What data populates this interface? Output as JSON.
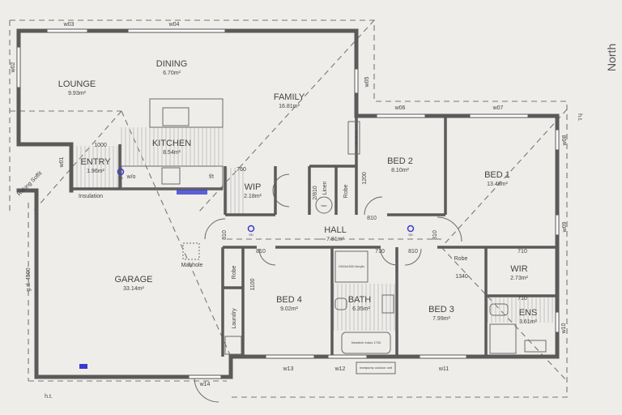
{
  "title": "North",
  "rooms": [
    {
      "name": "LOUNGE",
      "area": "9.93m²"
    },
    {
      "name": "DINING",
      "area": "6.70m²"
    },
    {
      "name": "FAMILY",
      "area": "16.81m²"
    },
    {
      "name": "KITCHEN",
      "area": "8.54m²"
    },
    {
      "name": "ENTRY",
      "area": "1.96m²"
    },
    {
      "name": "WIP",
      "area": "2.18m²"
    },
    {
      "name": "BED 2",
      "area": "8.10m²"
    },
    {
      "name": "BED 1",
      "area": "13.46m²"
    },
    {
      "name": "HALL",
      "area": "7.81m²"
    },
    {
      "name": "GARAGE",
      "area": "33.14m²"
    },
    {
      "name": "BED 4",
      "area": "9.02m²"
    },
    {
      "name": "BATH",
      "area": "6.35m²"
    },
    {
      "name": "BED 3",
      "area": "7.99m²"
    },
    {
      "name": "WIR",
      "area": "2.73m²"
    },
    {
      "name": "ENS",
      "area": "3.61m²"
    }
  ],
  "windows": [
    "w01",
    "w02",
    "w03",
    "w04",
    "w05",
    "w06",
    "w07",
    "w08",
    "w09",
    "w10",
    "w11",
    "w12",
    "w13",
    "w14"
  ],
  "labels": {
    "raking_soffit": "Raking Soffit",
    "insulation": "Insulation",
    "wo": "w/o",
    "ft": "f/t",
    "linen": "Linen",
    "hwc": "hwc",
    "robe": "Robe",
    "laundry": "Laundry",
    "manhole": "Manhole",
    "garage_door": "g.d. 4500",
    "ht": "h.t.",
    "heatpump": "heatpump",
    "heatpump_outdoor": "heatpump outdoor unit",
    "bath_tub": "Newtech Indus 1700",
    "shower": "1000x1000 Acrylic",
    "smoke_detector": "SD"
  },
  "dimensions": {
    "entry_door": "1000",
    "wip_door": "760",
    "linen_door": "2/810",
    "bed2_robe": "1200",
    "bed2_door": "810",
    "hall_left": "810",
    "hall_right": "810",
    "bed4_door": "810",
    "bath_door": "710",
    "bed3_door": "810",
    "bed3_robe": "1340",
    "wir_door": "710",
    "ens_door": "710",
    "bed4_robe": "1100"
  }
}
